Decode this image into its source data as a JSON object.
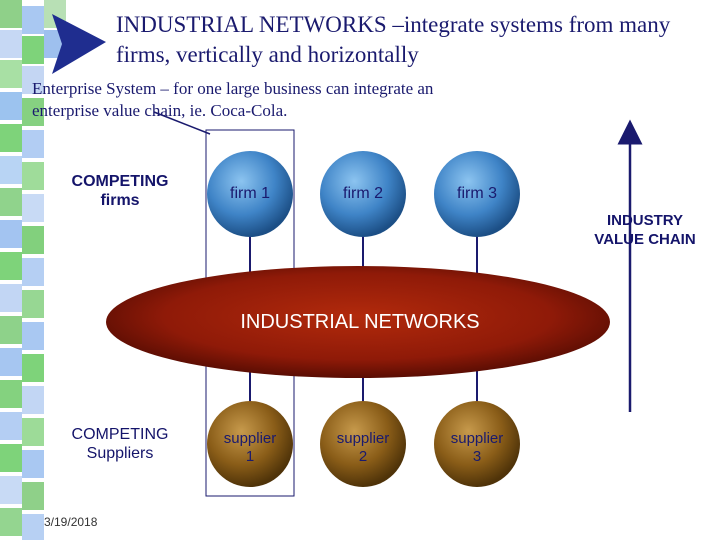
{
  "title": "INDUSTRIAL NETWORKS –integrate systems from many firms, vertically and horizontally",
  "subtitle": "Enterprise System – for one large business can integrate an enterprise value chain, ie. Coca-Cola.",
  "competing_firms_label": "COMPETING firms",
  "competing_suppliers_label": "COMPETING Suppliers",
  "industry_value_chain_label": "INDUSTRY VALUE CHAIN",
  "network_label": "INDUSTRIAL NETWORKS",
  "firms": [
    {
      "label": "firm 1"
    },
    {
      "label": "firm 2"
    },
    {
      "label": "firm 3"
    }
  ],
  "suppliers": [
    {
      "line1": "supplier",
      "line2": "1"
    },
    {
      "line1": "supplier",
      "line2": "2"
    },
    {
      "line1": "supplier",
      "line2": "3"
    }
  ],
  "date": "3/19/2018",
  "colors": {
    "firm_circle": "#4a8fcf",
    "supplier_circle": "#9a6b1f",
    "network_ellipse": "#9c1c0a",
    "text_dark": "#1a1a6e",
    "strip_green": "#7ed37a",
    "strip_blue": "#8fb8f0"
  }
}
